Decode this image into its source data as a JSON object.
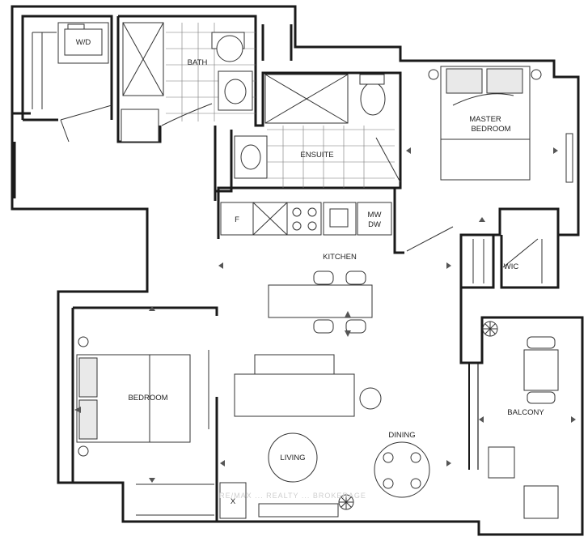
{
  "rooms": {
    "wd": "W/D",
    "bath": "BATH",
    "ensuite": "ENSUITE",
    "master_line1": "MASTER",
    "master_line2": "BEDROOM",
    "fridge": "F",
    "mw": "MW",
    "dw": "DW",
    "kitchen": "KITCHEN",
    "wic": "WIC",
    "bedroom": "BEDROOM",
    "balcony": "BALCONY",
    "dining": "DINING",
    "living": "LIVING",
    "closet_x": "X"
  },
  "watermark": "RE/MAX ... REALTY ... BROKERAGE",
  "colors": {
    "wall": "#1a1a1a",
    "fixture": "#333333",
    "floor": "#ffffff"
  },
  "icons": [
    "plant-icon",
    "light-fixture-icon",
    "direction-arrow-icon",
    "door-swing-icon",
    "fridge-icon",
    "stove-icon",
    "sink-icon",
    "toilet-icon",
    "shower-icon"
  ]
}
